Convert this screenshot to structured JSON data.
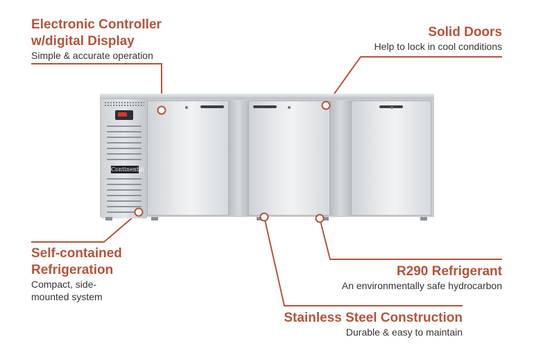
{
  "callouts": {
    "controller": {
      "title_line1": "Electronic Controller",
      "title_line2": "w/digital Display",
      "description": "Simple & accurate operation"
    },
    "doors": {
      "title": "Solid Doors",
      "description": "Help to lock in cool conditions"
    },
    "refrigeration": {
      "title_line1": "Self-contained",
      "title_line2": "Refrigeration",
      "description_line1": "Compact, side-",
      "description_line2": "mounted system"
    },
    "refrigerant": {
      "title": "R290 Refrigerant",
      "description": "An environmentally safe hydrocarbon"
    },
    "construction": {
      "title": "Stainless Steel Construction",
      "description": "Durable & easy to maintain"
    }
  },
  "product": {
    "brand_logo": "Continental",
    "icons": [
      "digital-display-icon",
      "door-handle-icon",
      "hinge-icon"
    ]
  },
  "colors": {
    "accent": "#b5533b",
    "text": "#333333",
    "steel_light": "#e8eaec",
    "steel_dark": "#aeb3b7"
  }
}
